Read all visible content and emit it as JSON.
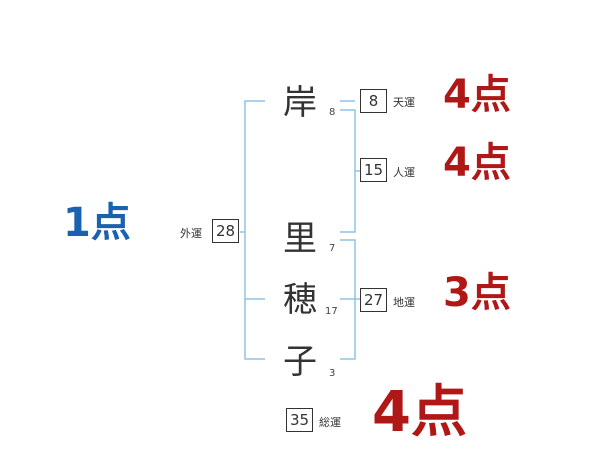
{
  "colors": {
    "bracket": "#8fc3e6",
    "score_red": "#b01818",
    "score_blue": "#1a62b0"
  },
  "name_chars": [
    {
      "char": "岸",
      "strokes": "8"
    },
    {
      "char": "里",
      "strokes": "7"
    },
    {
      "char": "穂",
      "strokes": "17"
    },
    {
      "char": "子",
      "strokes": "3"
    }
  ],
  "fortunes": {
    "ten": {
      "value": "8",
      "label": "天運",
      "score": "4点"
    },
    "jin": {
      "value": "15",
      "label": "人運",
      "score": "4点"
    },
    "chi": {
      "value": "27",
      "label": "地運",
      "score": "3点"
    },
    "gai": {
      "value": "28",
      "label": "外運",
      "score": "1点"
    },
    "total": {
      "value": "35",
      "label": "総運",
      "score": "4点"
    }
  }
}
